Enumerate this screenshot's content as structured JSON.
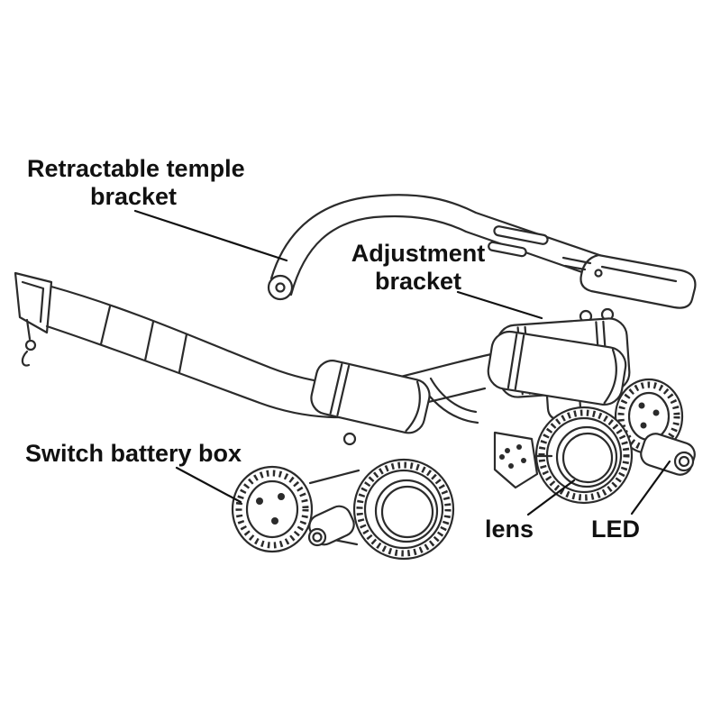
{
  "diagram": {
    "illustration": "head-mounted-magnifier-glasses-line-art",
    "colors": {
      "line": "#2b2b2b",
      "text": "#111111",
      "background": "#ffffff"
    },
    "labels": {
      "retractable_temple_bracket": {
        "line1": "Retractable temple",
        "line2": "bracket"
      },
      "adjustment_bracket": {
        "line1": "Adjustment",
        "line2": "bracket"
      },
      "switch_battery_box": {
        "text": "Switch battery box"
      },
      "lens": {
        "text": "lens"
      },
      "led": {
        "text": "LED"
      }
    }
  }
}
